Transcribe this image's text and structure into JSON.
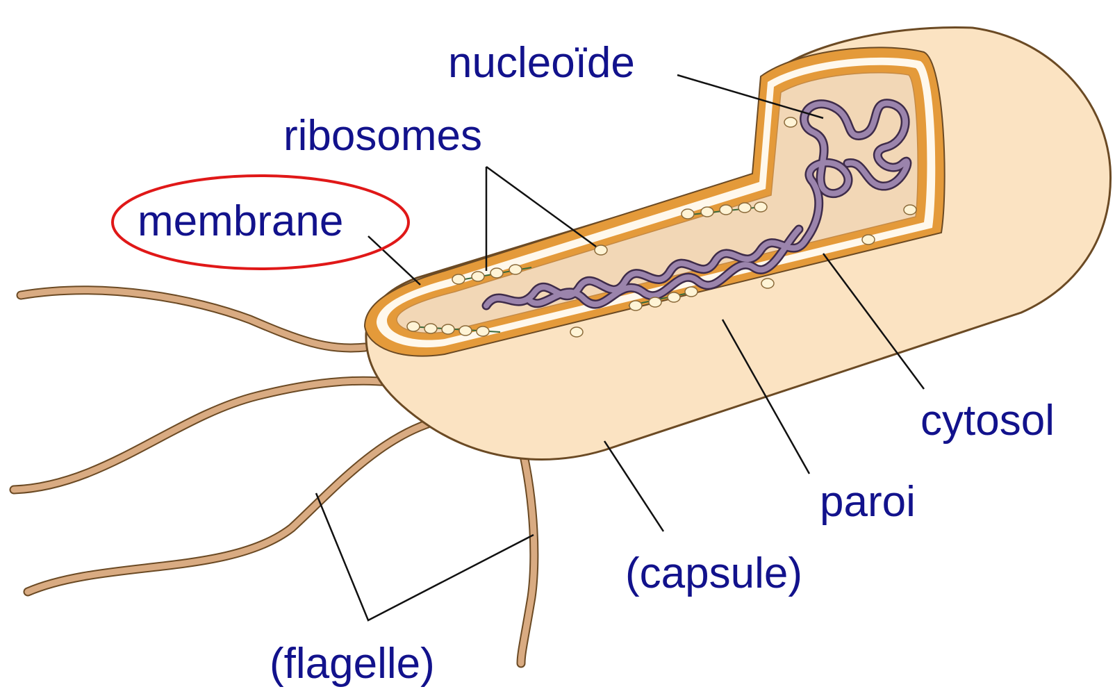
{
  "diagram": {
    "labels": {
      "nucleoid": "nucleoïde",
      "ribosomes": "ribosomes",
      "membrane": "membrane",
      "cytosol": "cytosol",
      "wall": "paroi",
      "capsule": "(capsule)",
      "flagellum": "(flagelle)"
    },
    "highlighted_label": "membrane"
  },
  "colors": {
    "label_text": "#12128c",
    "highlight_ellipse": "#e01818",
    "capsule_fill": "#fbe3c2",
    "capsule_outline": "#6b4a24",
    "wall_band": "#e49a3a",
    "cytosol_fill": "#f2d7b6",
    "nucleoid_fill": "#9b84ac",
    "nucleoid_outline": "#3e2b4a",
    "flagellum": "#d9ab82",
    "leader_line": "#111111"
  }
}
